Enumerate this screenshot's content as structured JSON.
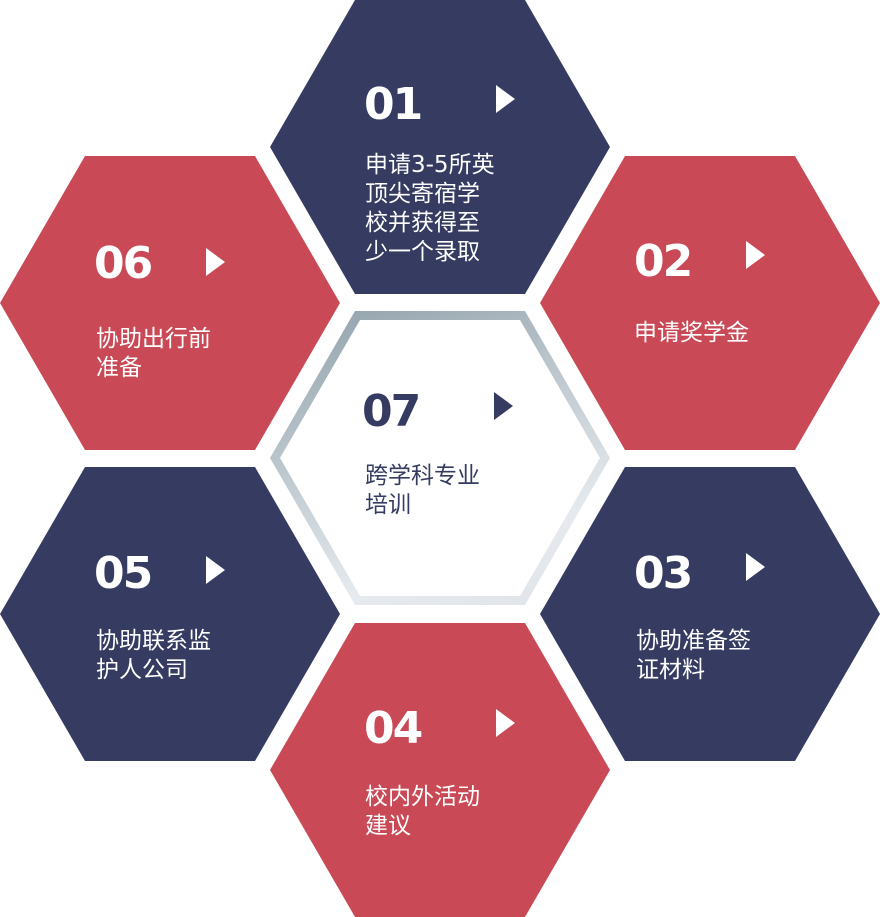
{
  "colors": {
    "navy": "#363b61",
    "red": "#c94a56",
    "center_fill": "#ffffff",
    "center_border": "#aab7bf"
  },
  "icons": {
    "arrow": "play-triangle-icon"
  },
  "steps": [
    {
      "number": "01",
      "lines": [
        "申请3-5所英",
        "顶尖寄宿学",
        "校并获得至",
        "少一个录取"
      ]
    },
    {
      "number": "02",
      "lines": [
        "申请奖学金"
      ]
    },
    {
      "number": "03",
      "lines": [
        "协助准备签",
        "证材料"
      ]
    },
    {
      "number": "04",
      "lines": [
        "校内外活动",
        "建议"
      ]
    },
    {
      "number": "05",
      "lines": [
        "协助联系监",
        "护人公司"
      ]
    },
    {
      "number": "06",
      "lines": [
        "协助出行前",
        "准备"
      ]
    },
    {
      "number": "07",
      "lines": [
        "跨学科专业",
        "培训"
      ]
    }
  ]
}
